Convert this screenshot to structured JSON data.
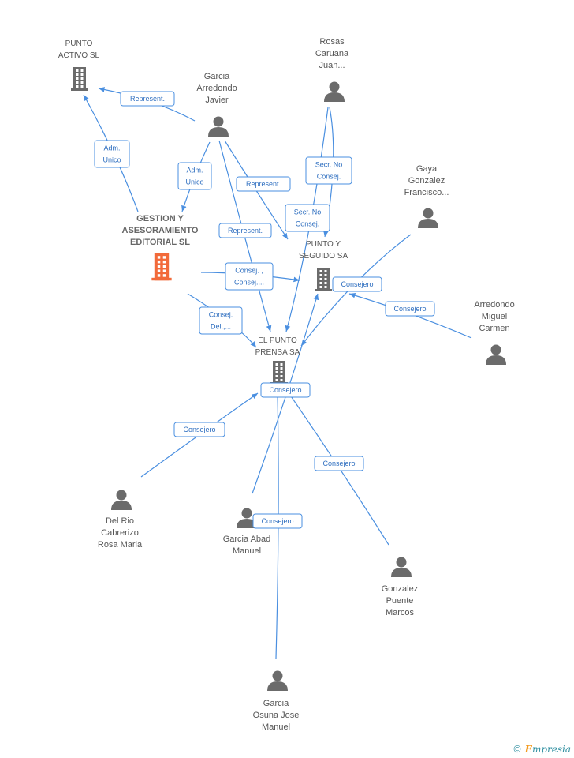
{
  "colors": {
    "edge": "#4a8fe0",
    "person": "#6b6b6b",
    "company": "#6b6b6b",
    "focus_company": "#f26a3a"
  },
  "nodes": [
    {
      "id": "punto_activo",
      "type": "company",
      "icon": "building-icon",
      "label": [
        "PUNTO",
        "ACTIVO SL"
      ]
    },
    {
      "id": "gestion",
      "type": "company-main",
      "icon": "building-icon",
      "label": [
        "GESTION Y",
        "ASESORAMIENTO",
        "EDITORIAL SL"
      ]
    },
    {
      "id": "punto_seguido",
      "type": "company",
      "icon": "building-icon",
      "label": [
        "PUNTO Y",
        "SEGUIDO SA"
      ]
    },
    {
      "id": "el_punto",
      "type": "company",
      "icon": "building-icon",
      "label": [
        "EL PUNTO",
        "PRENSA SA"
      ]
    },
    {
      "id": "garcia_arredondo",
      "type": "person",
      "icon": "person-icon",
      "label": [
        "Garcia",
        "Arredondo",
        "Javier"
      ]
    },
    {
      "id": "rosas",
      "type": "person",
      "icon": "person-icon",
      "label": [
        "Rosas",
        "Caruana",
        "Juan..."
      ]
    },
    {
      "id": "gaya",
      "type": "person",
      "icon": "person-icon",
      "label": [
        "Gaya",
        "Gonzalez",
        "Francisco..."
      ]
    },
    {
      "id": "arredondo_miguel",
      "type": "person",
      "icon": "person-icon",
      "label": [
        "Arredondo",
        "Miguel",
        "Carmen"
      ]
    },
    {
      "id": "del_rio",
      "type": "person",
      "icon": "person-icon",
      "label": [
        "Del Rio",
        "Cabrerizo",
        "Rosa Maria"
      ]
    },
    {
      "id": "garcia_abad",
      "type": "person",
      "icon": "person-icon",
      "label": [
        "Garcia Abad",
        "Manuel"
      ]
    },
    {
      "id": "gonzalez_puente",
      "type": "person",
      "icon": "person-icon",
      "label": [
        "Gonzalez",
        "Puente",
        "Marcos"
      ]
    },
    {
      "id": "garcia_osuna",
      "type": "person",
      "icon": "person-icon",
      "label": [
        "Garcia",
        "Osuna Jose",
        "Manuel"
      ]
    }
  ],
  "edges": [
    {
      "id": "e1",
      "label": [
        "Represent."
      ]
    },
    {
      "id": "e2",
      "label": [
        "Adm.",
        "Unico"
      ]
    },
    {
      "id": "e3",
      "label": [
        "Adm.",
        "Unico"
      ]
    },
    {
      "id": "e4",
      "label": [
        "Represent."
      ]
    },
    {
      "id": "e5",
      "label": [
        "Represent."
      ]
    },
    {
      "id": "e6",
      "label": [
        "Secr.  No",
        "Consej."
      ]
    },
    {
      "id": "e7",
      "label": [
        "Secr.  No",
        "Consej."
      ]
    },
    {
      "id": "e8",
      "label": [
        "Consej. ,",
        "Consej...."
      ]
    },
    {
      "id": "e9",
      "label": [
        "Consej.",
        "Del.,..."
      ]
    },
    {
      "id": "e10",
      "label": [
        "Consejero"
      ]
    },
    {
      "id": "e11",
      "label": [
        "Consejero"
      ]
    },
    {
      "id": "e12",
      "label": [
        "Consejero"
      ]
    },
    {
      "id": "e13",
      "label": [
        "Consejero"
      ]
    },
    {
      "id": "e14",
      "label": [
        "Consejero"
      ]
    },
    {
      "id": "e15",
      "label": [
        "Consejero"
      ]
    }
  ],
  "footer": {
    "copyright": "©",
    "brand_first": "E",
    "brand_rest": "mpresia"
  }
}
